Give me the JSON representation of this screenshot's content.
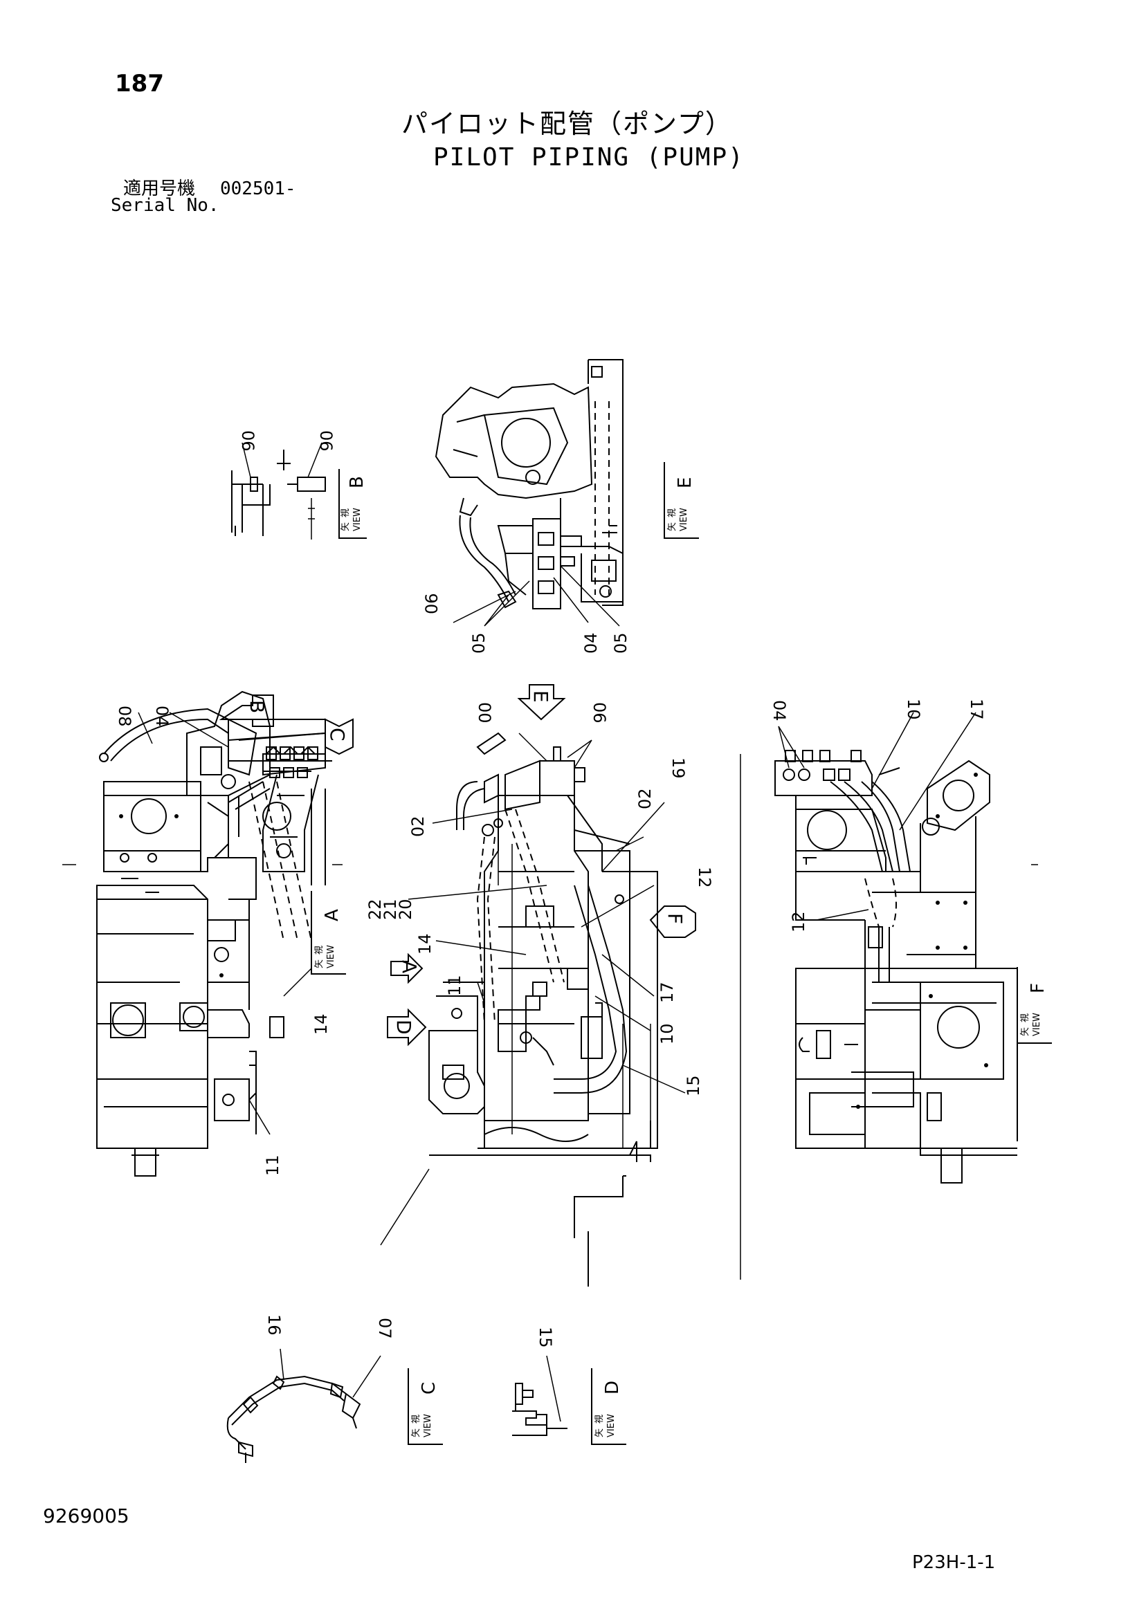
{
  "header": {
    "page_number": "187",
    "title_jp": "パイロット配管（ポンプ）",
    "title_en": "PILOT PIPING (PUMP)",
    "serial_label_jp": "適用号機",
    "serial_value": "002501-",
    "serial_label_en": "Serial No."
  },
  "footer": {
    "doc_number": "9269005",
    "sheet_code": "P23H-1-1"
  },
  "views": {
    "kanji_top": "矢",
    "kanji_bottom": "視",
    "view_word": "VIEW",
    "b": "B",
    "e": "E",
    "a": "A",
    "f": "F",
    "c": "C",
    "d": "D"
  },
  "arrows": {
    "b": "B",
    "c": "C",
    "e": "E",
    "f": "F",
    "a": "A",
    "d": "D"
  },
  "part_labels": {
    "viewb_left": "06",
    "viewb_right": "06",
    "viewe_06": "06",
    "viewe_05a": "05",
    "viewe_04": "04",
    "viewe_05b": "05",
    "side_08": "08",
    "side_04": "04",
    "side_14": "14",
    "side_11": "11",
    "ctr_00": "00",
    "ctr_06": "06",
    "ctr_19": "19",
    "ctr_02a": "02",
    "ctr_02b": "02",
    "ctr_12": "12",
    "ctr_22": "22",
    "ctr_21": "21",
    "ctr_20": "20",
    "ctr_14": "14",
    "ctr_11": "11",
    "ctr_17": "17",
    "ctr_10": "10",
    "ctr_15": "15",
    "right_04": "04",
    "right_10": "10",
    "right_17": "17",
    "right_12": "12",
    "viewc_16": "16",
    "viewc_07": "07",
    "viewd_15": "15"
  }
}
